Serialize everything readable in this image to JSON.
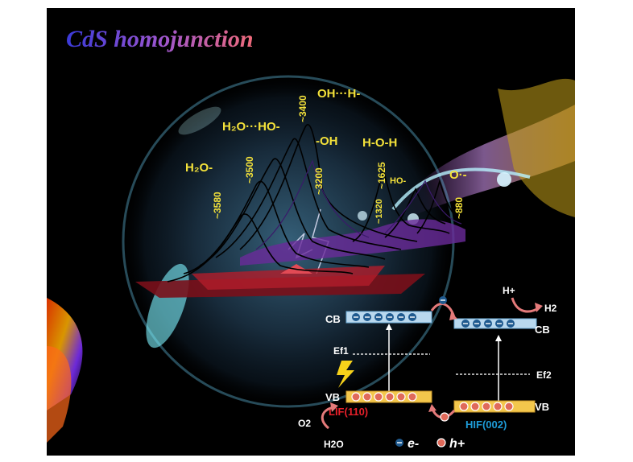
{
  "title": "CdS homojunction",
  "peak_labels": [
    {
      "species": "H₂O-",
      "wavenumber": "~3580"
    },
    {
      "species": "H₂O···HO-",
      "wavenumber": "~3500"
    },
    {
      "species": "OH···H-",
      "wavenumber": "~3400"
    },
    {
      "species": "-OH",
      "wavenumber": "~3200"
    },
    {
      "species": "H-O-H",
      "wavenumber": "~1625"
    },
    {
      "species": "HO-",
      "wavenumber": "~1320"
    },
    {
      "species": "O·-",
      "wavenumber": "~880"
    }
  ],
  "band_diagram": {
    "cb_label": "CB",
    "vb_label": "VB",
    "ef1_label": "Ef1",
    "ef2_label": "Ef2",
    "left_facet": "LIF(110)",
    "right_facet": "HIF(002)",
    "h_plus": "H+",
    "h2": "H2",
    "o2": "O2",
    "h2o": "H2O",
    "electron_legend": "e-",
    "hole_legend": "h+",
    "colors": {
      "left_facet": "#e8202a",
      "right_facet": "#1e9bd7",
      "cb_bar": "#b9d8ee",
      "vb_bar": "#f3c74c"
    }
  },
  "icons": [
    "lightning-icon",
    "electron-icon",
    "hole-icon"
  ]
}
